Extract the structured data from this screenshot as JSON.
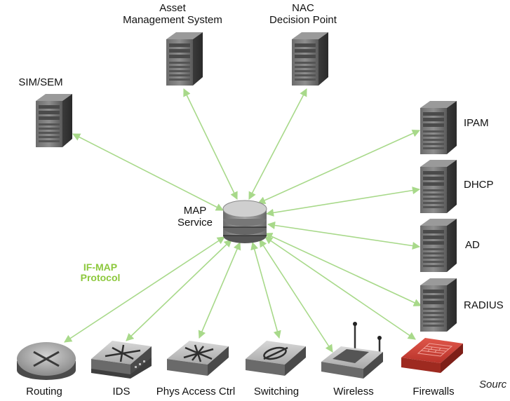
{
  "hub": {
    "line1": "MAP",
    "line2": "Service"
  },
  "protocol": {
    "line1": "IF-MAP",
    "line2": "Protocol"
  },
  "servers": {
    "asset": {
      "line1": "Asset",
      "line2": "Management System"
    },
    "nac": {
      "line1": "NAC",
      "line2": "Decision Point"
    },
    "simsem": "SIM/SEM",
    "ipam": "IPAM",
    "dhcp": "DHCP",
    "ad": "AD",
    "radius": "RADIUS"
  },
  "devices": {
    "routing": "Routing",
    "ids": "IDS",
    "phys": "Phys Access Ctrl",
    "switching": "Switching",
    "wireless": "Wireless",
    "firewalls": "Firewalls"
  },
  "source": "Sourc",
  "colors": {
    "link": "#a8d98a",
    "protocol": "#8cc83c",
    "firewall": "#c8392b"
  }
}
